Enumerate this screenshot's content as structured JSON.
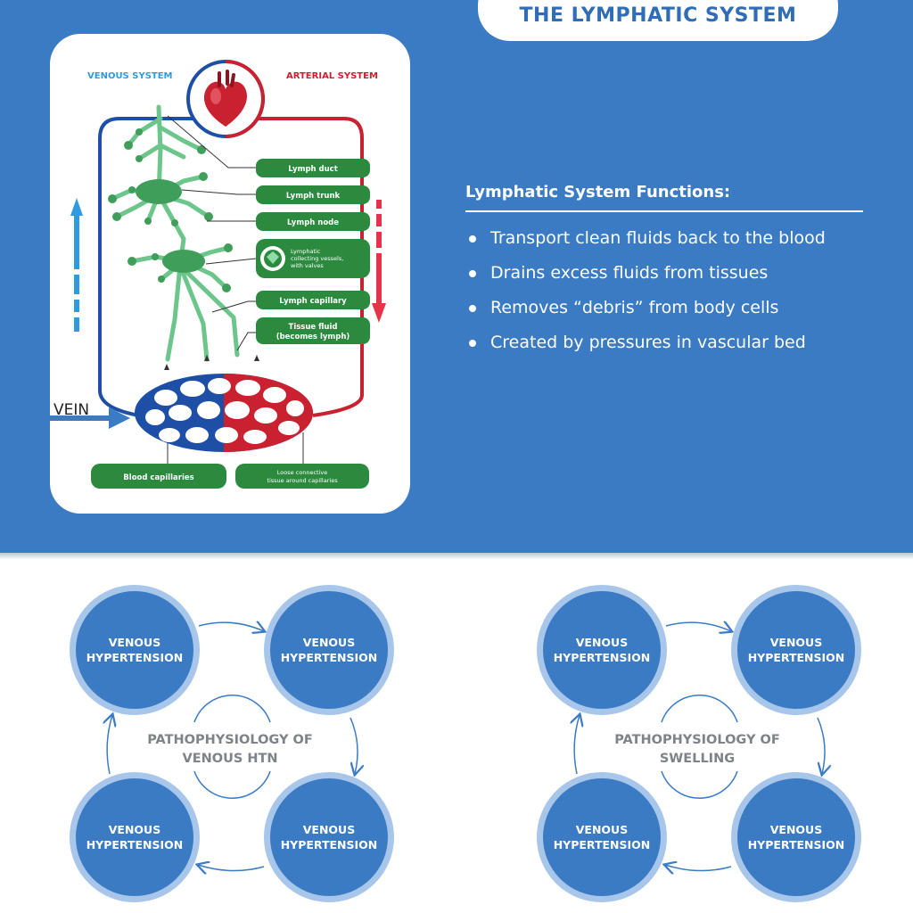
{
  "header": {
    "title": "THE LYMPHATIC SYSTEM"
  },
  "diagram": {
    "venous_label": "VENOUS SYSTEM",
    "arterial_label": "ARTERIAL SYSTEM",
    "labels": {
      "lymph_duct": "Lymph duct",
      "lymph_trunk": "Lymph trunk",
      "lymph_node": "Lymph node",
      "collecting_1": "Lymphatic",
      "collecting_2": "collecting vessels,",
      "collecting_3": "with valves",
      "lymph_capillary": "Lymph capillary",
      "tissue_fluid_1": "Tissue fluid",
      "tissue_fluid_2": "(becomes lymph)",
      "blood_capillaries": "Blood capillaries",
      "loose_1": "Loose connective",
      "loose_2": "tissue around capillaries"
    },
    "vein_label": "VEIN",
    "colors": {
      "venous": "#1e4fa6",
      "arterial": "#c9212f",
      "lymph": "#2b8a3e",
      "lymph_light": "#6cc58a",
      "up_arrow": "#2f9ae0",
      "down_arrow": "#e5344a"
    }
  },
  "functions": {
    "heading": "Lymphatic System Functions:",
    "items": [
      "Transport clean fluids back to the blood",
      "Drains excess fluids from tissues",
      "Removes “debris” from body cells",
      "Created by pressures in vascular bed"
    ]
  },
  "cycles": [
    {
      "center": "PATHOPHYSIOLOGY OF\nVENOUS HTN",
      "nodes": [
        "VENOUS\nHYPERTENSION",
        "VENOUS\nHYPERTENSION",
        "VENOUS\nHYPERTENSION",
        "VENOUS\nHYPERTENSION"
      ]
    },
    {
      "center": "PATHOPHYSIOLOGY OF\nSWELLING",
      "nodes": [
        "VENOUS\nHYPERTENSION",
        "VENOUS\nHYPERTENSION",
        "VENOUS\nHYPERTENSION",
        "VENOUS\nHYPERTENSION"
      ]
    }
  ],
  "palette": {
    "primary": "#3a7bc3",
    "ring": "#a8c6ea",
    "white": "#ffffff",
    "center_text": "#7f8286"
  }
}
